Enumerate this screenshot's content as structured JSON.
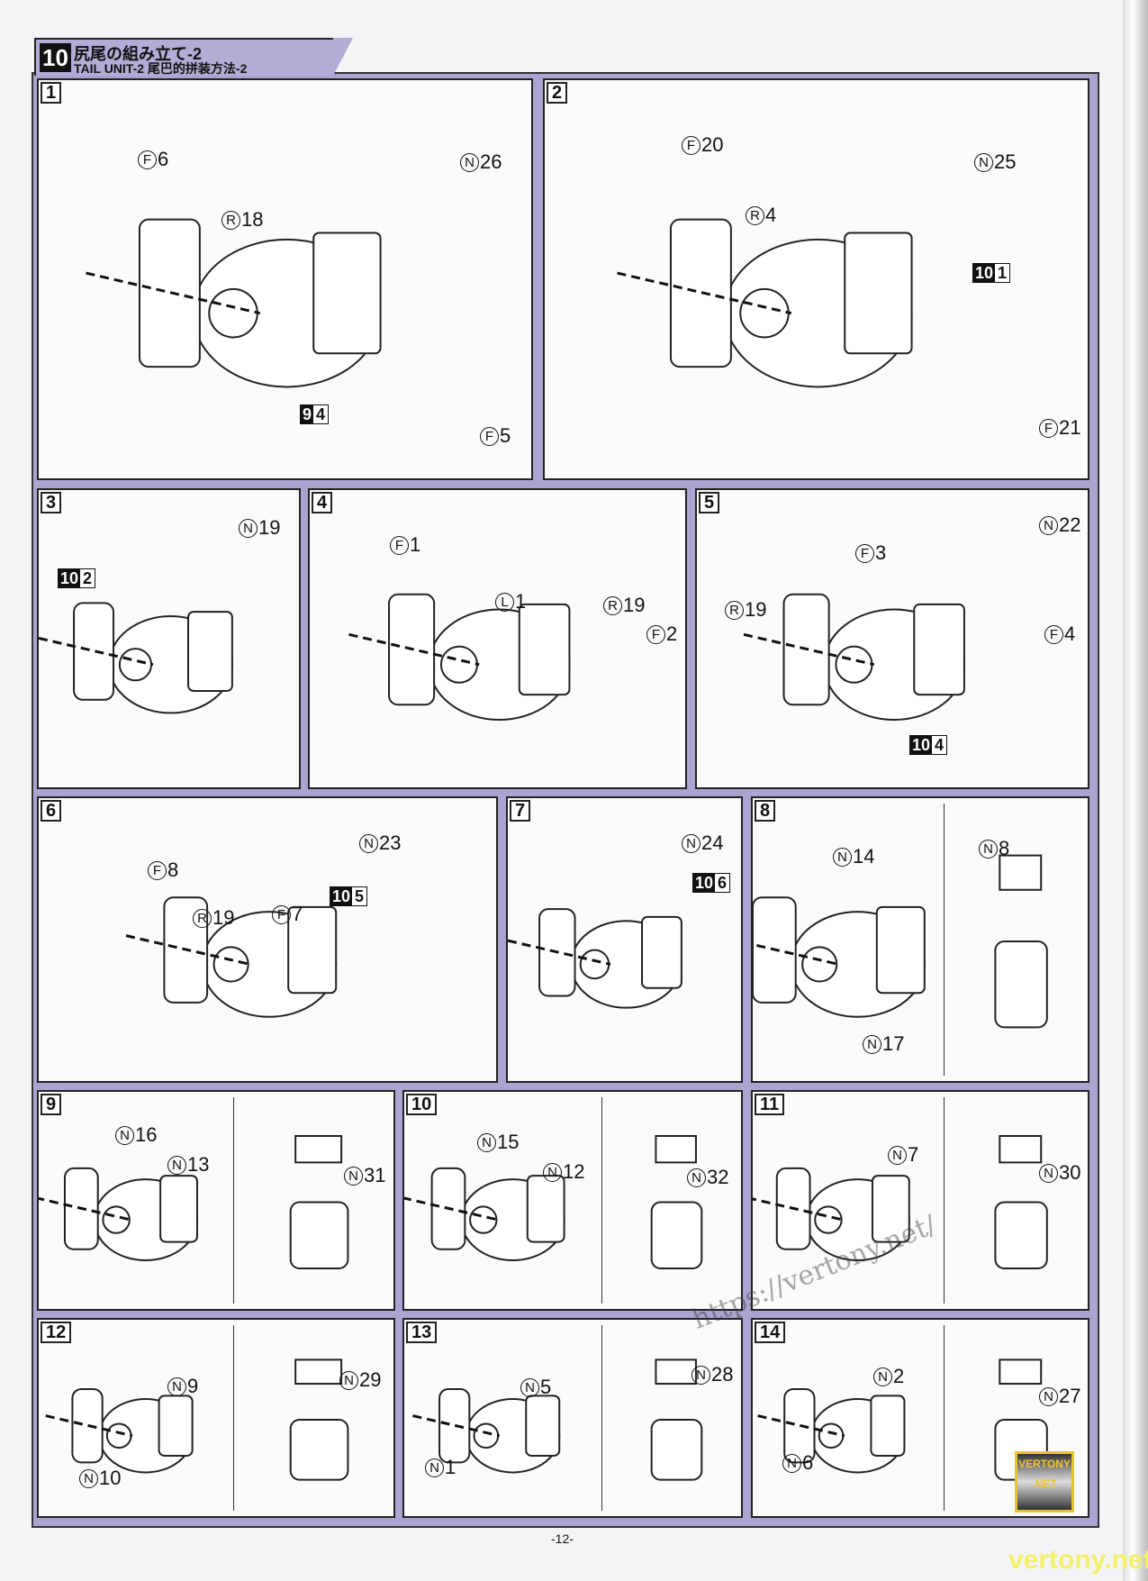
{
  "header": {
    "step": "10",
    "title_ja": "尻尾の組み立て-2",
    "subtitle": "TAIL UNIT-2 尾巴的拼装方法-2"
  },
  "panels": [
    {
      "number": "1",
      "parts": [
        {
          "l": "F",
          "n": "6"
        },
        {
          "l": "R",
          "n": "18"
        },
        {
          "l": "N",
          "n": "26"
        },
        {
          "l": "F",
          "n": "5"
        }
      ],
      "badges": [
        {
          "a": "9",
          "b": "4"
        }
      ]
    },
    {
      "number": "2",
      "parts": [
        {
          "l": "F",
          "n": "20"
        },
        {
          "l": "N",
          "n": "25"
        },
        {
          "l": "R",
          "n": "4"
        },
        {
          "l": "F",
          "n": "21"
        }
      ],
      "badges": [
        {
          "a": "10",
          "b": "1"
        }
      ]
    },
    {
      "number": "3",
      "parts": [
        {
          "l": "N",
          "n": "19"
        }
      ],
      "badges": [
        {
          "a": "10",
          "b": "2"
        }
      ]
    },
    {
      "number": "4",
      "parts": [
        {
          "l": "F",
          "n": "1"
        },
        {
          "l": "L",
          "n": "1"
        },
        {
          "l": "R",
          "n": "19"
        },
        {
          "l": "F",
          "n": "2"
        }
      ],
      "badges": []
    },
    {
      "number": "5",
      "parts": [
        {
          "l": "F",
          "n": "3"
        },
        {
          "l": "N",
          "n": "22"
        },
        {
          "l": "R",
          "n": "19"
        },
        {
          "l": "F",
          "n": "4"
        }
      ],
      "badges": [
        {
          "a": "10",
          "b": "4"
        }
      ]
    },
    {
      "number": "6",
      "parts": [
        {
          "l": "F",
          "n": "8"
        },
        {
          "l": "R",
          "n": "19"
        },
        {
          "l": "F",
          "n": "7"
        },
        {
          "l": "N",
          "n": "23"
        }
      ],
      "badges": [
        {
          "a": "10",
          "b": "5"
        }
      ]
    },
    {
      "number": "7",
      "parts": [
        {
          "l": "N",
          "n": "24"
        }
      ],
      "badges": [
        {
          "a": "10",
          "b": "6"
        }
      ]
    },
    {
      "number": "8",
      "parts": [
        {
          "l": "N",
          "n": "14"
        },
        {
          "l": "N",
          "n": "8"
        },
        {
          "l": "N",
          "n": "17"
        }
      ],
      "badges": []
    },
    {
      "number": "9",
      "parts": [
        {
          "l": "N",
          "n": "16"
        },
        {
          "l": "N",
          "n": "13"
        },
        {
          "l": "N",
          "n": "31"
        }
      ],
      "badges": []
    },
    {
      "number": "10",
      "parts": [
        {
          "l": "N",
          "n": "15"
        },
        {
          "l": "N",
          "n": "12"
        },
        {
          "l": "N",
          "n": "32"
        }
      ],
      "badges": []
    },
    {
      "number": "11",
      "parts": [
        {
          "l": "N",
          "n": "7"
        },
        {
          "l": "N",
          "n": "30"
        }
      ],
      "badges": []
    },
    {
      "number": "12",
      "parts": [
        {
          "l": "N",
          "n": "9"
        },
        {
          "l": "N",
          "n": "29"
        },
        {
          "l": "N",
          "n": "10"
        }
      ],
      "badges": []
    },
    {
      "number": "13",
      "parts": [
        {
          "l": "N",
          "n": "5"
        },
        {
          "l": "N",
          "n": "28"
        },
        {
          "l": "N",
          "n": "1"
        }
      ],
      "badges": []
    },
    {
      "number": "14",
      "parts": [
        {
          "l": "N",
          "n": "2"
        },
        {
          "l": "N",
          "n": "6"
        },
        {
          "l": "N",
          "n": "27"
        }
      ],
      "badges": []
    }
  ],
  "footer": {
    "page": "-12-"
  },
  "watermark": {
    "url": "https://vertony.net/",
    "site": "vertony.net",
    "logo": "VERTONY .NET"
  }
}
